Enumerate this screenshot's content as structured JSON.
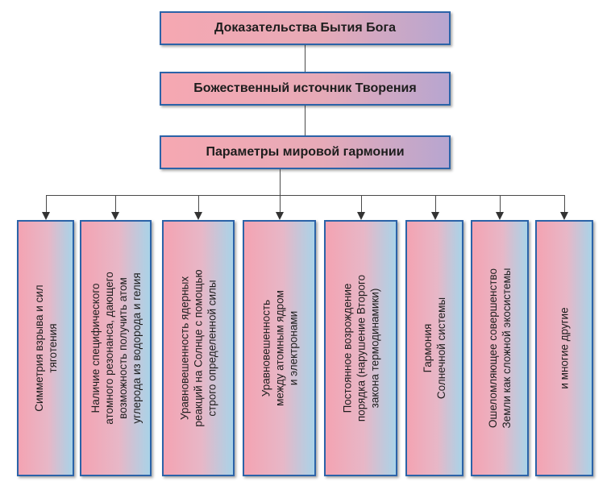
{
  "diagram": {
    "title": "Доказательства Бытия Бога",
    "source": "Божественный источник Творения",
    "harmony": "Параметры мировой гармонии",
    "items": [
      "Симметрия взрыва и сил\nтяготения",
      "Наличие специфического\nатомного резонанса, дающего\nвозможность получить атом\nуглерода из водорода и гелия",
      "Уравновешенность ядерных\nреакций на Солнце с помощью\nстрого определенной силы",
      "Уравновешенность\nмежду атомным ядром\nи электронами",
      "Постоянное возрождение\nпорядка (нарушение Второго\nзакона термодинамики)",
      "Гармония\nСолнечной системы",
      "Ошеломляющее совершенство\nЗемли как сложной экосистемы",
      "и многие другие"
    ]
  }
}
